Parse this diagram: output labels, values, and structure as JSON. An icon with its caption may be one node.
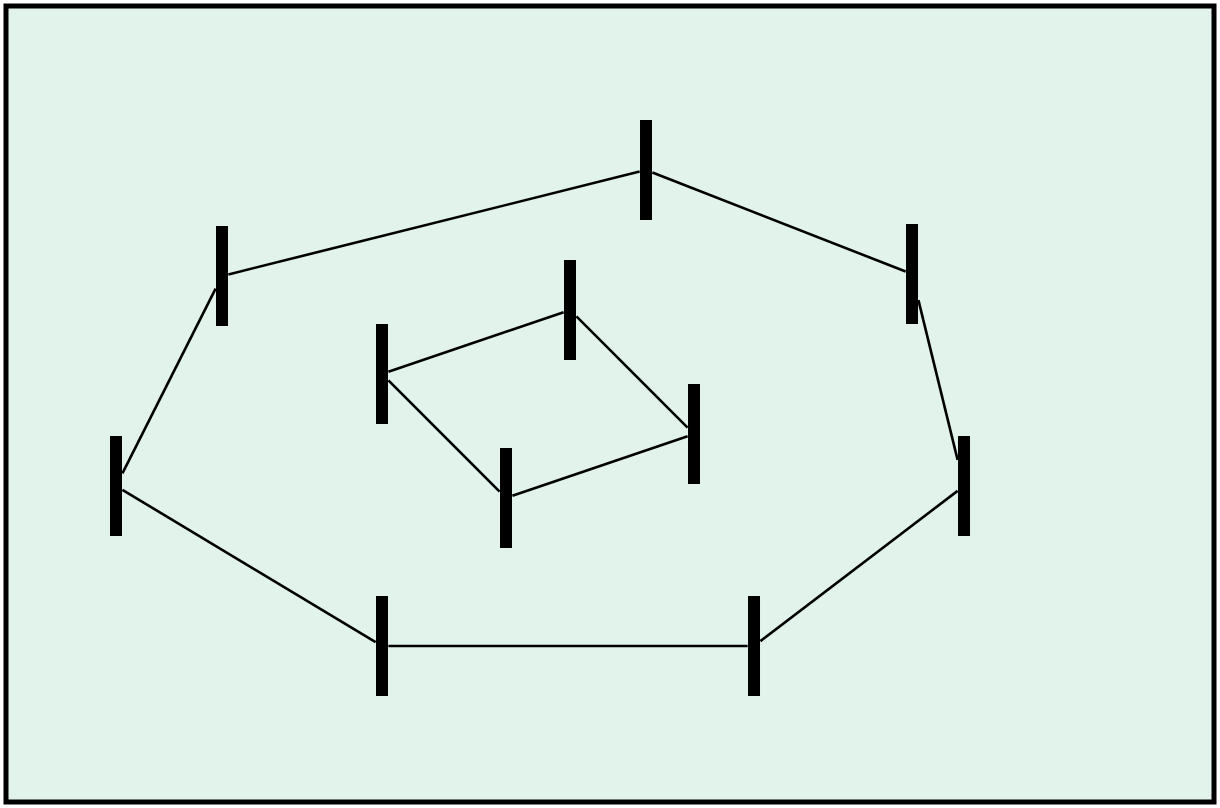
{
  "diagram": {
    "nodes": [
      {
        "text": [],
        "shape": "bar"
      },
      {
        "text": [],
        "shape": "bar"
      },
      {
        "text": [],
        "shape": "bar"
      },
      {
        "text": [],
        "shape": "bar"
      },
      {
        "text": [],
        "shape": "bar"
      },
      {
        "text": [],
        "shape": "bar"
      },
      {
        "text": [],
        "shape": "bar"
      },
      {
        "text": [],
        "shape": "bar"
      },
      {
        "text": [],
        "shape": "bar"
      },
      {
        "text": [],
        "shape": "bar"
      },
      {
        "text": [],
        "shape": "bar"
      }
    ],
    "edges": [
      {
        "from": 1,
        "to": 6,
        "arrow": "none"
      },
      {
        "from": 6,
        "to": 9,
        "arrow": "none"
      },
      {
        "from": 9,
        "to": 10,
        "arrow": "none"
      },
      {
        "from": 10,
        "to": 8,
        "arrow": "none"
      },
      {
        "from": 8,
        "to": 3,
        "arrow": "none"
      },
      {
        "from": 3,
        "to": 0,
        "arrow": "none"
      },
      {
        "from": 0,
        "to": 1,
        "arrow": "none"
      },
      {
        "from": 2,
        "to": 5,
        "arrow": "none"
      },
      {
        "from": 5,
        "to": 7,
        "arrow": "none"
      },
      {
        "from": 7,
        "to": 4,
        "arrow": "none"
      },
      {
        "from": 4,
        "to": 2,
        "arrow": "none"
      }
    ]
  }
}
